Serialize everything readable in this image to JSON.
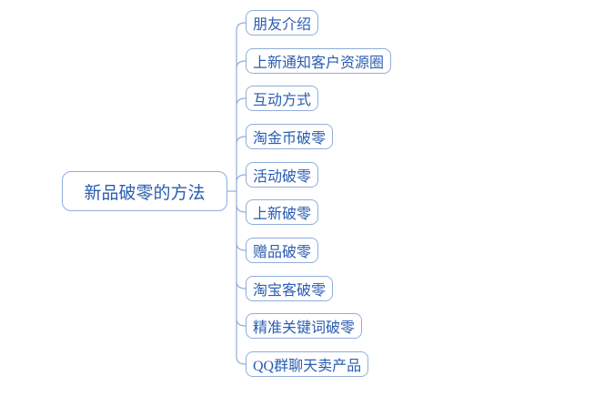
{
  "mindmap": {
    "root": {
      "label": "新品破零的方法"
    },
    "branches": [
      {
        "label": "朋友介绍"
      },
      {
        "label": "上新通知客户资源圈"
      },
      {
        "label": "互动方式"
      },
      {
        "label": "淘金币破零"
      },
      {
        "label": "活动破零"
      },
      {
        "label": "上新破零"
      },
      {
        "label": "赠品破零"
      },
      {
        "label": "淘宝客破零"
      },
      {
        "label": "精准关键词破零"
      },
      {
        "label": "QQ群聊天卖产品"
      }
    ],
    "colors": {
      "node_text": "#2A5DB2",
      "node_border": "#8FAEDC",
      "connector": "#8FAEDC",
      "background": "#FFFFFF"
    }
  }
}
